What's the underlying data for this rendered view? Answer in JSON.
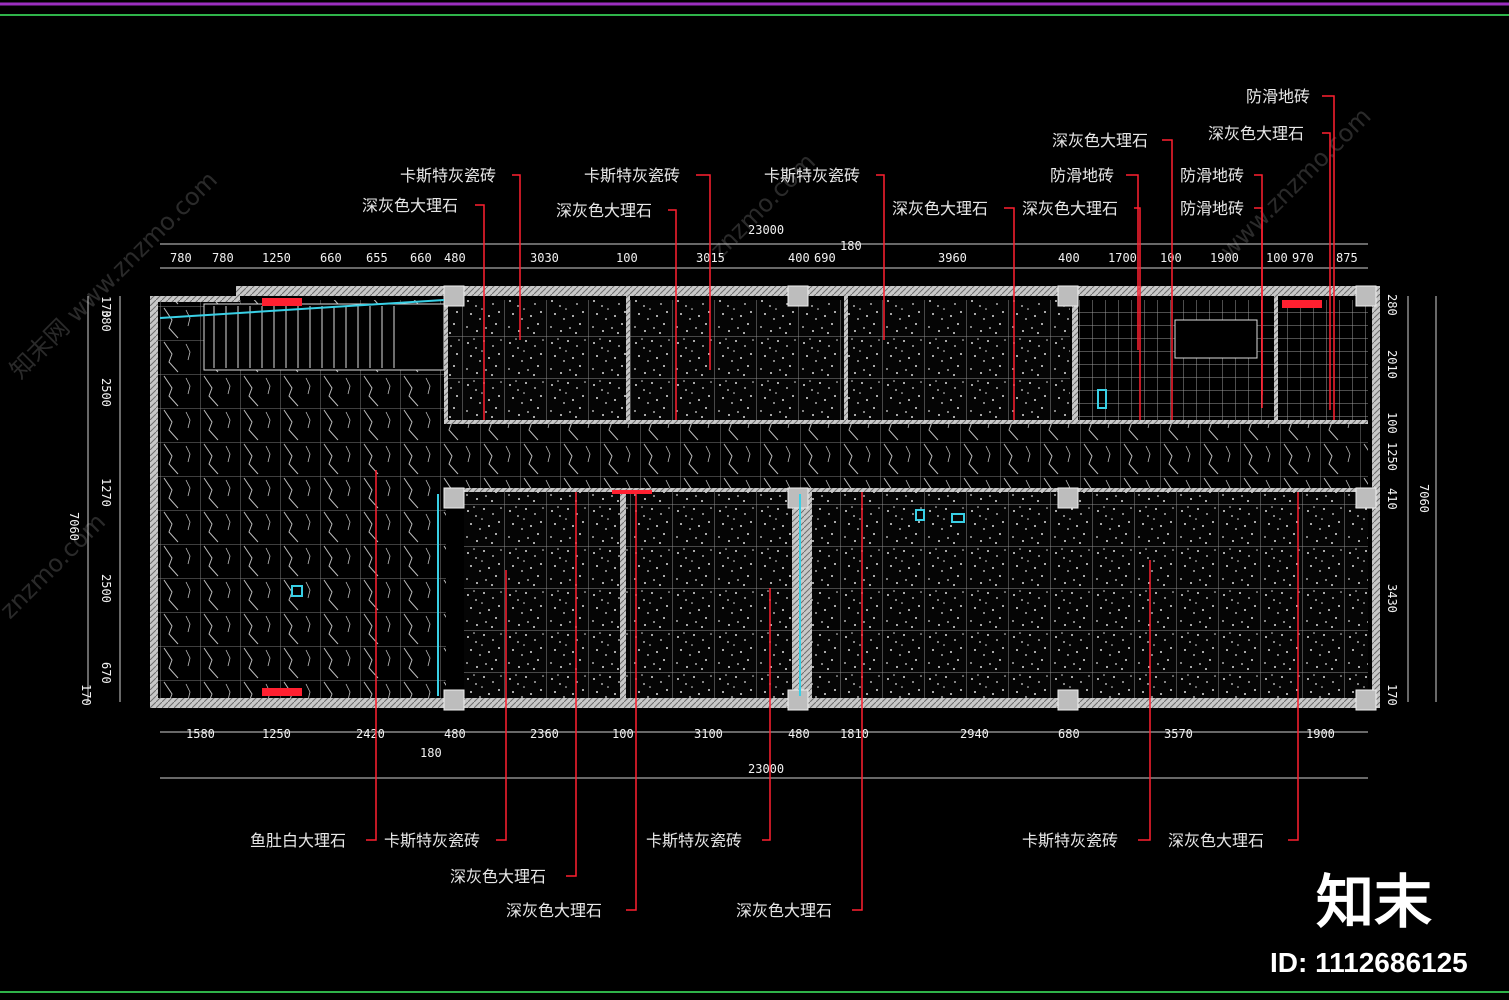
{
  "brand": {
    "name": "知末",
    "id": "ID: 1112686125"
  },
  "watermarks": [
    "知末网 www.znzmo.com",
    "znzmo.com",
    "www.znzmo.com",
    "znzmo.com",
    "znzmo.com"
  ],
  "dimensions": {
    "overall_top": "23000",
    "overall_bottom": "23000",
    "top_row": [
      "780",
      "780",
      "1250",
      "660",
      "655",
      "660",
      "480",
      "3030",
      "100",
      "3015",
      "400",
      "690",
      "3960",
      "400",
      "1700",
      "100",
      "1900",
      "100",
      "970",
      "875"
    ],
    "top_small": "180",
    "bottom_row": [
      "1580",
      "1250",
      "2420",
      "480",
      "2360",
      "100",
      "3100",
      "480",
      "1810",
      "2940",
      "680",
      "3570",
      "1900"
    ],
    "bottom_small": "180",
    "left_outer": "7060",
    "left_row": [
      "170",
      "380",
      "2500",
      "1270",
      "2500",
      "670",
      "170"
    ],
    "right_outer": "7060",
    "right_row": [
      "280",
      "2010",
      "100",
      "1250",
      "410",
      "3430",
      "170"
    ]
  },
  "labels": {
    "top": [
      "卡斯特灰瓷砖",
      "深灰色大理石",
      "卡斯特灰瓷砖",
      "深灰色大理石",
      "卡斯特灰瓷砖",
      "深灰色大理石",
      "深灰色大理石",
      "防滑地砖",
      "深灰色大理石",
      "防滑地砖",
      "防滑地砖",
      "深灰色大理石",
      "防滑地砖"
    ],
    "bottom": [
      "鱼肚白大理石",
      "卡斯特灰瓷砖",
      "深灰色大理石",
      "深灰色大理石",
      "卡斯特灰瓷砖",
      "深灰色大理石",
      "卡斯特灰瓷砖",
      "深灰色大理石"
    ]
  },
  "colors": {
    "background": "#000000",
    "wall": "#bfbfbf",
    "leader": "#ff2030",
    "dimension": "#cfcfcf",
    "frame_top": "#9b2fbf",
    "frame_green": "#2fb34a",
    "accent_cyan": "#39d0e6"
  }
}
